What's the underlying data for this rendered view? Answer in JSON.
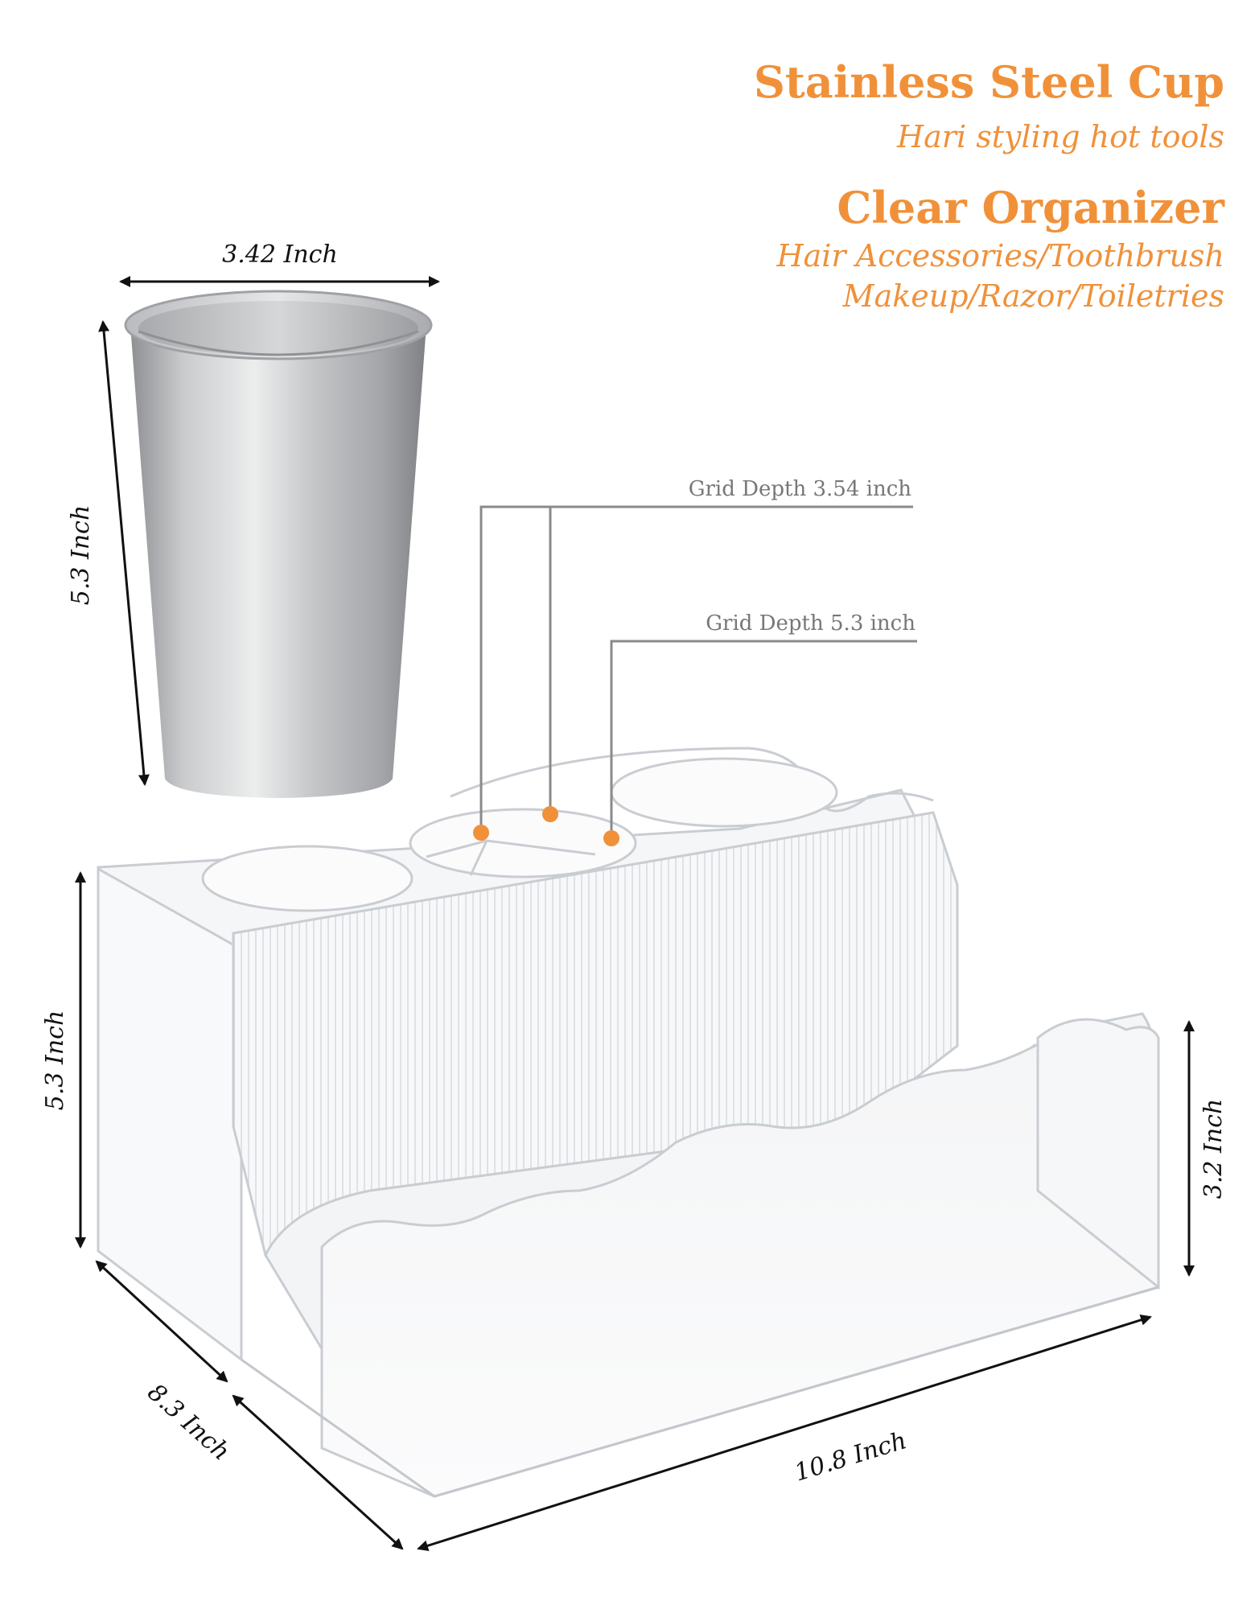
{
  "headings": {
    "cup_title": "Stainless Steel Cup",
    "cup_subtitle": "Hari styling hot tools",
    "organizer_title": "Clear Organizer",
    "organizer_subtitle_line1": "Hair Accessories/Toothbrush",
    "organizer_subtitle_line2": "Makeup/Razor/Toiletries"
  },
  "dimensions": {
    "cup_width": "3.42 Inch",
    "cup_height": "5.3 Inch",
    "organizer_height": "5.3 Inch",
    "front_height": "3.2 Inch",
    "depth": "8.3 Inch",
    "length": "10.8 Inch"
  },
  "callouts": {
    "grid_depth_shallow": "Grid Depth 3.54 inch",
    "grid_depth_deep": "Grid Depth 5.3 inch"
  },
  "colors": {
    "accent": "#f0913a",
    "callout_line": "#8a8a8a",
    "dimension_line": "#111111"
  }
}
